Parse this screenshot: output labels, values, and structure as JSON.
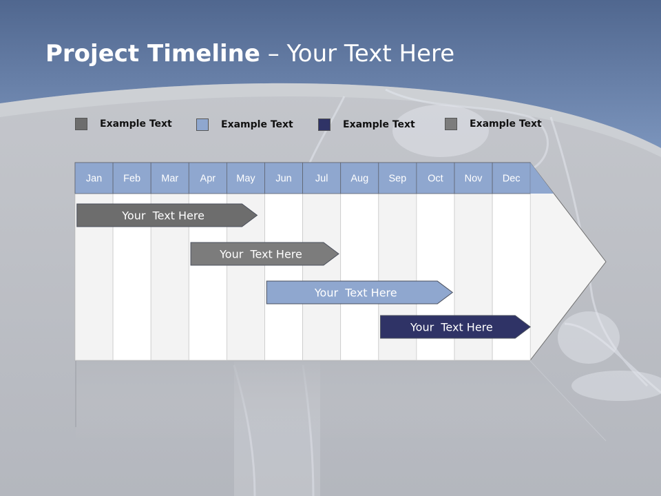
{
  "slide": {
    "title_bold": "Project Timeline",
    "title_rest": " – Your Text Here"
  },
  "legend": [
    {
      "label": "Example Text",
      "color": "#6d6d6d"
    },
    {
      "label": "Example Text",
      "color": "#8fa7cf"
    },
    {
      "label": "Example Text",
      "color": "#2f3366"
    },
    {
      "label": "Example Text",
      "color": "#7c7c7c"
    }
  ],
  "timeline": {
    "months": [
      "Jan",
      "Feb",
      "Mar",
      "Apr",
      "May",
      "Jun",
      "Jul",
      "Aug",
      "Sep",
      "Oct",
      "Nov",
      "Dec"
    ],
    "header_color": "#8fa7cf",
    "bars": [
      {
        "label": "Your  Text Here",
        "start_month": 1.05,
        "end_month": 4.8,
        "color": "#6d6d6d"
      },
      {
        "label": "Your  Text Here",
        "start_month": 4.05,
        "end_month": 6.95,
        "color": "#7c7c7c"
      },
      {
        "label": "Your  Text Here",
        "start_month": 6.05,
        "end_month": 9.95,
        "color": "#8fa7cf"
      },
      {
        "label": "Your  Text Here",
        "start_month": 9.05,
        "end_month": 12.0,
        "color": "#2f3366"
      }
    ]
  }
}
